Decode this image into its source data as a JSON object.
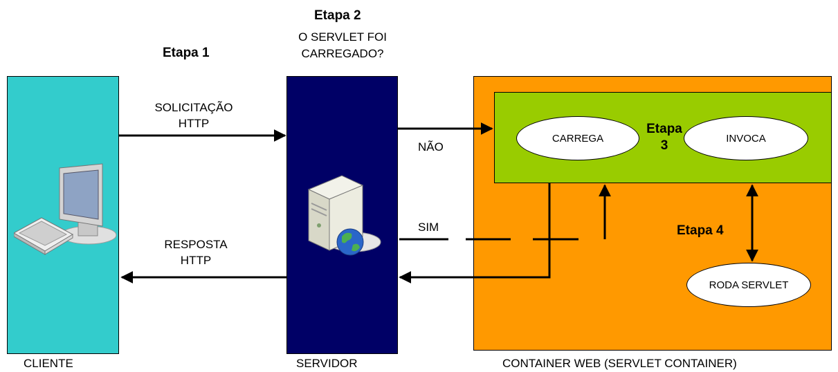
{
  "steps": {
    "etapa1": "Etapa 1",
    "etapa2": "Etapa 2",
    "etapa2_question_line1": "O SERVLET FOI",
    "etapa2_question_line2": "CARREGADO?",
    "etapa3_line1": "Etapa",
    "etapa3_line2": "3",
    "etapa4": "Etapa 4"
  },
  "arrows": {
    "request_line1": "SOLICITAÇÃO",
    "request_line2": "HTTP",
    "response_line1": "RESPOSTA",
    "response_line2": "HTTP",
    "no": "NÃO",
    "yes": "SIM"
  },
  "nodes": {
    "carrega": "CARREGA",
    "invoca": "INVOCA",
    "roda_servlet": "RODA SERVLET"
  },
  "captions": {
    "cliente": "CLIENTE",
    "servidor": "SERVIDOR",
    "container": "CONTAINER WEB (SERVLET CONTAINER)"
  },
  "icons": [
    "desktop-computer-icon",
    "server-globe-icon"
  ],
  "colors": {
    "cliente": "#33cccc",
    "servidor": "#000066",
    "container": "#ff9900",
    "inner": "#99cc00"
  }
}
